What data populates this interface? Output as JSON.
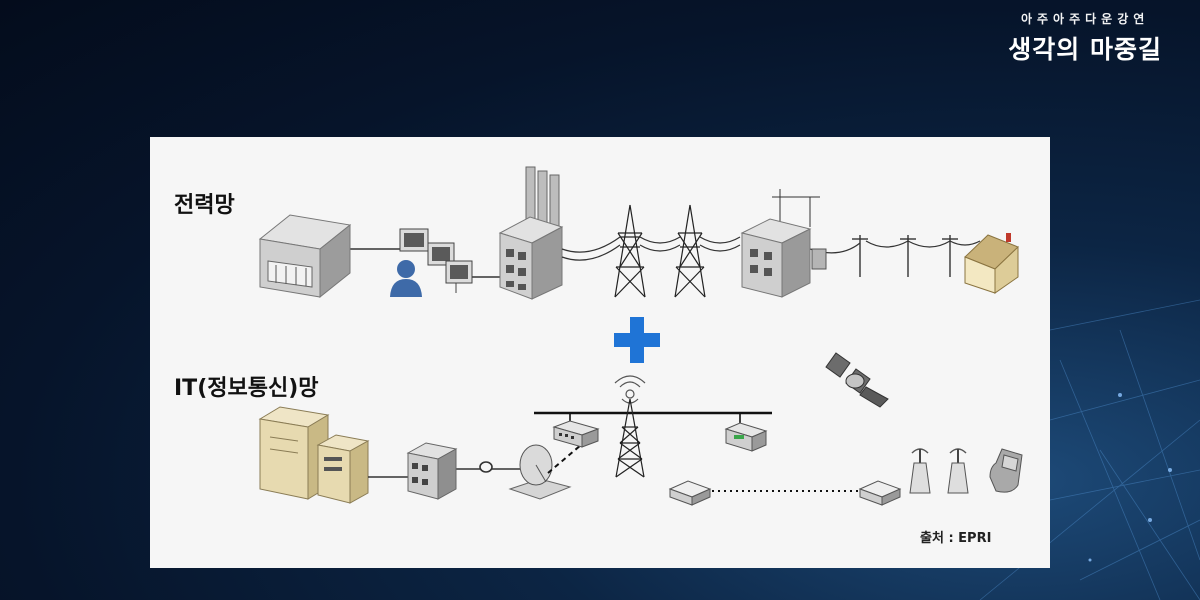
{
  "brand": {
    "subtitle": "아주아주다운강연",
    "title": "생각의 마중길"
  },
  "slide": {
    "power_grid_label": "전력망",
    "it_network_label": "IT(정보통신)망",
    "source_text": "출처 : EPRI"
  },
  "colors": {
    "plus": "#1f74d6",
    "background": "#0a1c36",
    "slide": "#f6f6f6"
  }
}
